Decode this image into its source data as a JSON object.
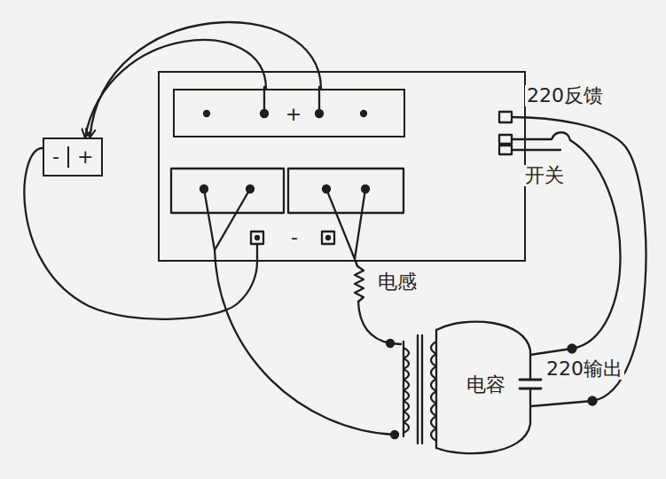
{
  "diagram": {
    "nodes": [
      {
        "text": [
          "-",
          "+"
        ]
      },
      {
        "text": [
          "-"
        ]
      },
      {
        "text": [
          "+"
        ],
        "in": 1
      }
    ],
    "edges": [
      {
        "from": 2,
        "to": 0,
        "arrow": "to"
      },
      {
        "from": 2,
        "to": 0,
        "arrow": "to"
      },
      {
        "from": 0,
        "to": 1,
        "arrow": "none"
      }
    ],
    "labels": [
      "220反馈",
      "开关",
      "电感",
      "电容",
      "220输出"
    ]
  }
}
